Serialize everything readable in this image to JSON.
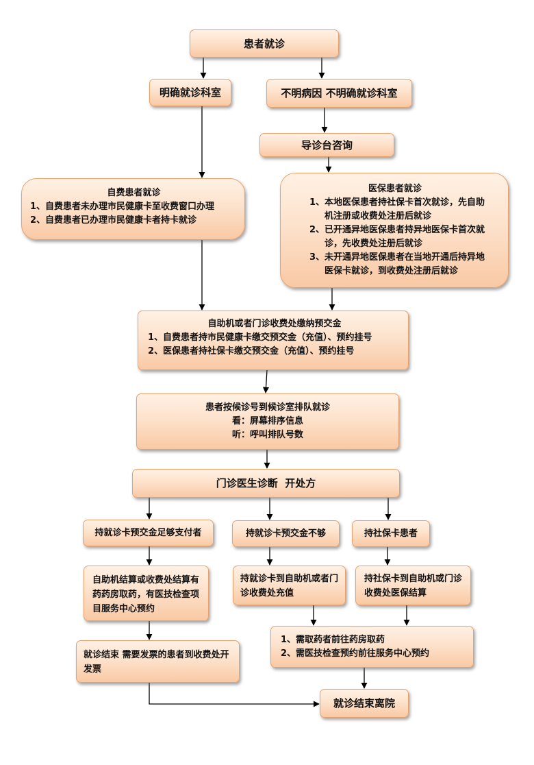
{
  "nodes": {
    "start": "患者就诊",
    "known_dept": "明确就诊科室",
    "unknown_dept": "不明病因 不明确就诊科室",
    "guide_desk": "导诊台咨询",
    "self_pay": {
      "title": "自费患者就诊",
      "items": [
        {
          "n": "1、",
          "text": "自费患者未办理市民健康卡至收费窗口办理"
        },
        {
          "n": "2、",
          "text": "自费患者已办理市民健康卡者持卡就诊"
        }
      ]
    },
    "insured": {
      "title": "医保患者就诊",
      "items": [
        {
          "n": "1、",
          "text": "本地医保患者持社保卡首次就诊，先自助机注册或收费处注册后就诊"
        },
        {
          "n": "2、",
          "text": "已开通异地医保患者持异地医保卡首次就诊，先收费处注册后就诊"
        },
        {
          "n": "3、",
          "text": "未开通异地医保患者在当地开通后持异地医保卡就诊，到收费处注册后就诊"
        }
      ]
    },
    "deposit": {
      "title": "自助机或者门诊收费处缴纳预交金",
      "items": [
        {
          "n": "1、",
          "text": "自费患者持市民健康卡缴交预交金（充值）、预约挂号"
        },
        {
          "n": "2、",
          "text": "医保患者持社保卡缴交预交金（充值）、预约挂号"
        }
      ]
    },
    "queue": {
      "title": "患者按候诊号到候诊室排队就诊",
      "line1": "看：屏幕排序信息",
      "line2": "听：呼叫排队号数"
    },
    "doctor": "门诊医生诊断  开处方",
    "enough": "持就诊卡预交金足够支付者",
    "not_enough": "持就诊卡预交金不够",
    "social_card": "持社保卡患者",
    "settle_enough": "自助机结算或收费处结算有药药房取药，有医技检查项目服务中心预约",
    "recharge": "持就诊卡到自助机或者门诊收费处充值",
    "settle_insured": "持社保卡到自助机或门诊收费处医保结算",
    "after": {
      "items": [
        {
          "n": "1、",
          "text": "需取药者前往药房取药"
        },
        {
          "n": "2、",
          "text": "需医技检查预约前往服务中心预约"
        }
      ]
    },
    "invoice": "就诊结束 需要发票的患者到收费处开发票",
    "end": "就诊结束离院"
  }
}
